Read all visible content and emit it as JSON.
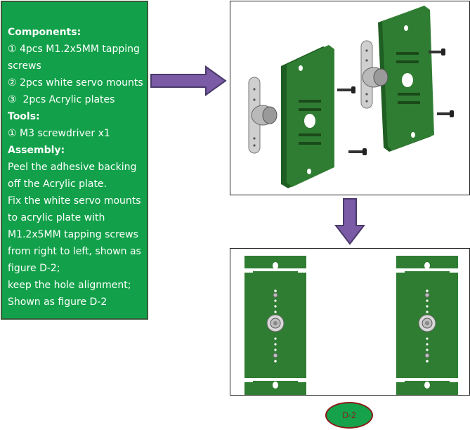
{
  "instructions": {
    "lines": [
      {
        "text": "Components:",
        "bold": true
      },
      {
        "text": "① 4pcs M1.2x5MM tapping",
        "bold": false
      },
      {
        "text": "screws",
        "bold": false
      },
      {
        "text": "② 2pcs white servo mounts",
        "bold": false
      },
      {
        "text": "③  2pcs Acrylic plates",
        "bold": false
      },
      {
        "text": "Tools:",
        "bold": true
      },
      {
        "text": "① M3 screwdriver x1",
        "bold": false
      },
      {
        "text": "Assembly:",
        "bold": true
      },
      {
        "text": "Peel the adhesive backing",
        "bold": false
      },
      {
        "text": "off the Acrylic plate.",
        "bold": false
      },
      {
        "text": "Fix the white servo mounts",
        "bold": false
      },
      {
        "text": "to acrylic plate with",
        "bold": false
      },
      {
        "text": "M1.2x5MM tapping screws",
        "bold": false
      },
      {
        "text": "from right to left, shown as",
        "bold": false
      },
      {
        "text": "figure D-2;",
        "bold": false
      },
      {
        "text": "keep the hole alignment;",
        "bold": false
      },
      {
        "text": "Shown as figure D-2",
        "bold": false
      }
    ]
  },
  "figure_label": "D-2",
  "colors": {
    "panel_green": "#12a14a",
    "plate_green": "#2e7d32",
    "arrow_purple": "#7b5aa6",
    "label_border": "#8b1a1a"
  }
}
